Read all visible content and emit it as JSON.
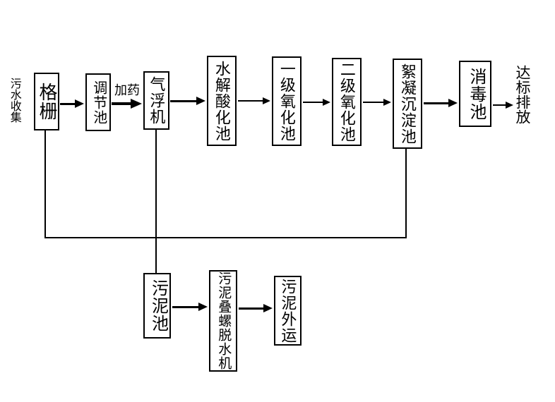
{
  "colors": {
    "background": "#ffffff",
    "line": "#000000",
    "text": "#000000"
  },
  "labels": {
    "source": "污水收集",
    "dosing": "加药",
    "outcome": "达标排放"
  },
  "nodes": [
    {
      "label": "格栅"
    },
    {
      "label": "调节池"
    },
    {
      "label": "气浮机"
    },
    {
      "label": "水解酸化池"
    },
    {
      "label": "一级氧化池"
    },
    {
      "label": "二级氧化池"
    },
    {
      "label": "絮凝沉淀池"
    },
    {
      "label": "消毒池"
    },
    {
      "label": "污泥池"
    },
    {
      "label": "污泥叠螺脱水机"
    },
    {
      "label": "污泥外运"
    }
  ],
  "edges": {
    "main_flow": [
      "污水收集 → 格栅",
      "格栅 → 调节池",
      "调节池 → (加药) → 气浮机",
      "气浮机 → 水解酸化池",
      "水解酸化池 → 一级氧化池",
      "一级氧化池 → 二级氧化池",
      "二级氧化池 → 絮凝沉淀池",
      "絮凝沉淀池 → 消毒池",
      "消毒池 → 达标排放"
    ],
    "sludge_flow": [
      "格栅 → 污泥池",
      "气浮机 → 污泥池",
      "絮凝沉淀池 → 污泥池",
      "污泥池 → 污泥叠螺脱水机",
      "污泥叠螺脱水机 → 污泥外运"
    ]
  }
}
